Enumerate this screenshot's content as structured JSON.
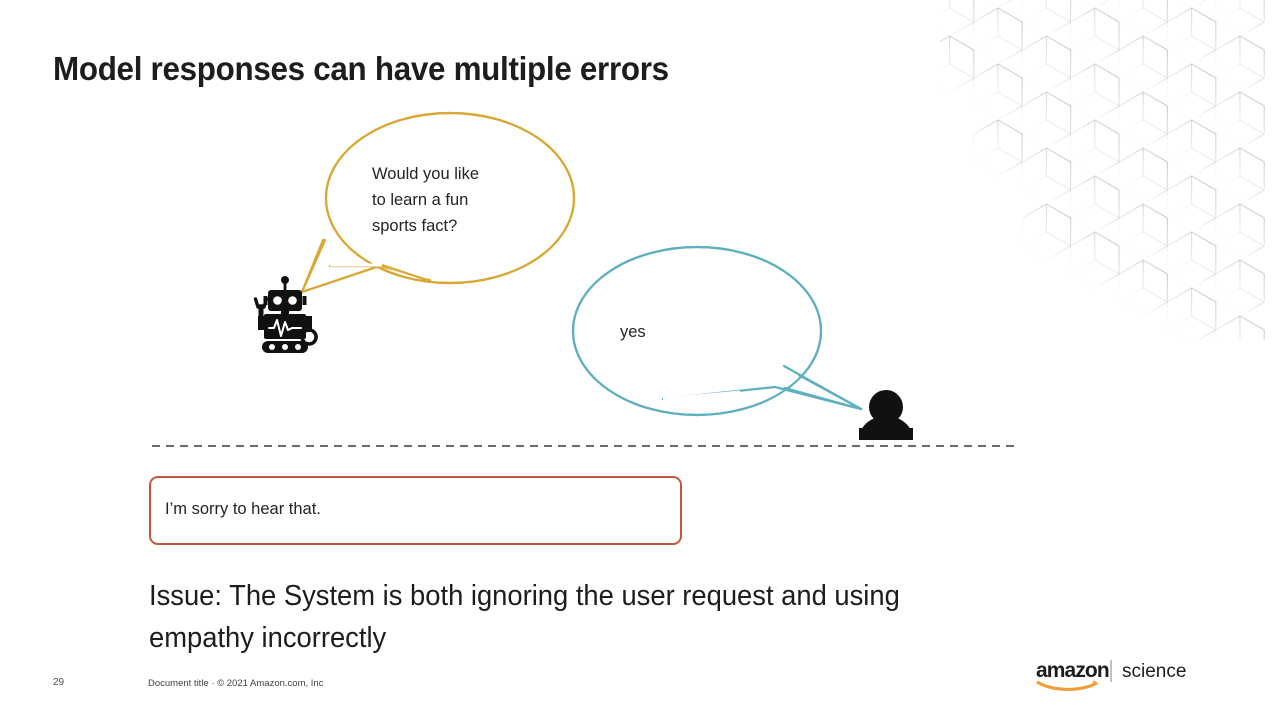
{
  "slide": {
    "title": "Model responses can have multiple errors",
    "background_color": "#ffffff",
    "text_color": "#1d1d1f"
  },
  "conversation": {
    "turns": [
      {
        "speaker": "bot",
        "speaker_icon": "robot-icon",
        "bubble_color": "#d9a733",
        "text": "Would you like\nto learn a fun\nsports fact?"
      },
      {
        "speaker": "user",
        "speaker_icon": "person-icon",
        "bubble_color": "#5fb0bf",
        "text": "yes"
      }
    ]
  },
  "response": {
    "text": "I’m sorry to hear that.",
    "border_color": "#c3573b"
  },
  "issue": {
    "text": "Issue: The System is both ignoring the user request and using\nempathy incorrectly"
  },
  "divider": {
    "style": "dashed",
    "color": "#3a3a3a"
  },
  "footer": {
    "page_number": "29",
    "note": "Document title · © 2021 Amazon.com, Inc",
    "logo": {
      "brand": "amazon",
      "sub": "science",
      "smile_color": "#f19d38",
      "text_color": "#1d1d1f"
    }
  }
}
